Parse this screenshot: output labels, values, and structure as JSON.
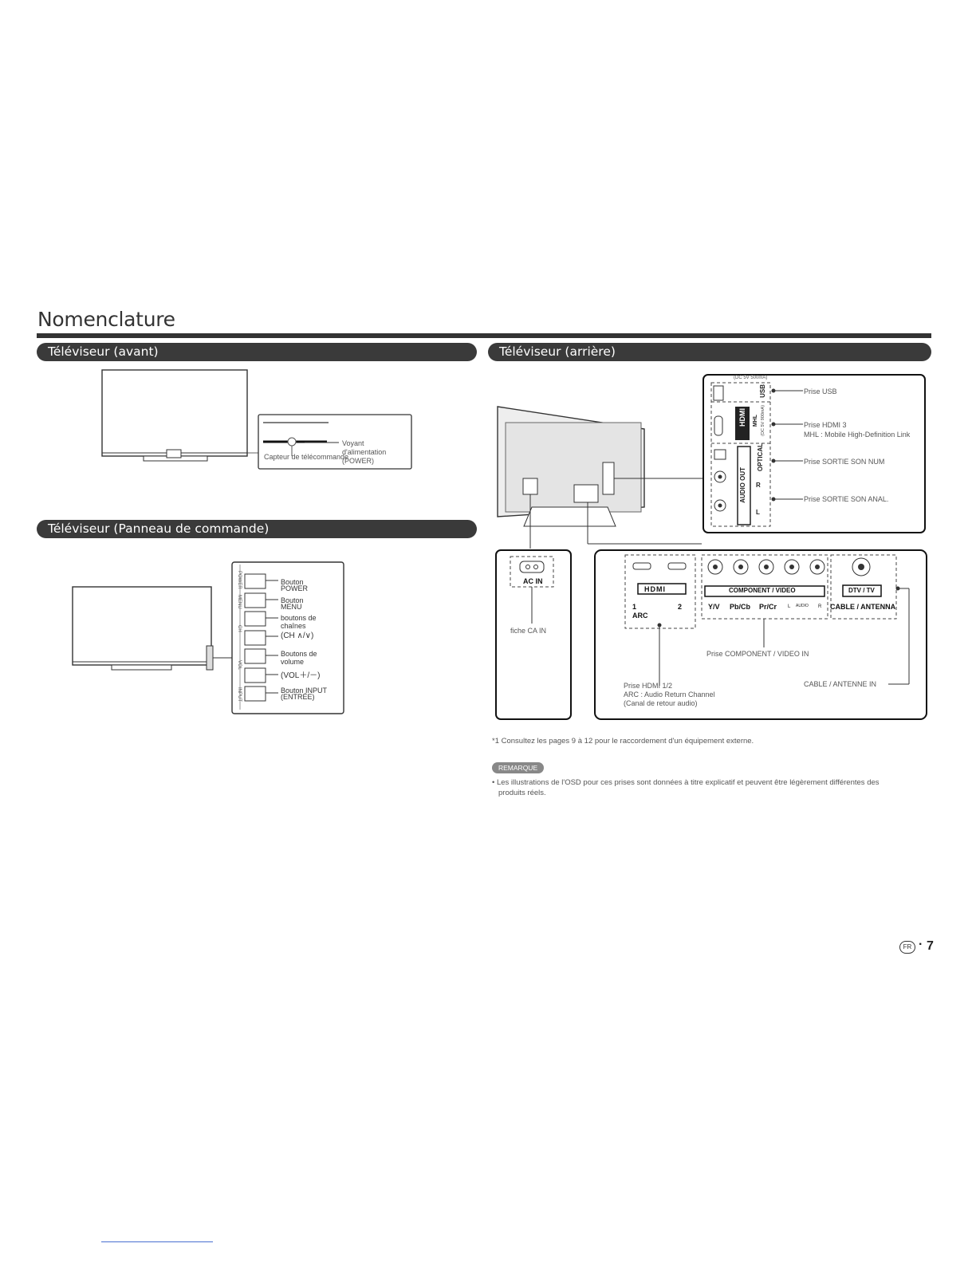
{
  "title": "Nomenclature",
  "sections": {
    "front": "Téléviseur (avant)",
    "rear": "Téléviseur (arrière)",
    "panel": "Téléviseur (Panneau de commande)"
  },
  "front": {
    "power_light": [
      "Voyant",
      "d'alimentation",
      "(POWER)"
    ],
    "remote_sensor": "Capteur de télécommande"
  },
  "panel": {
    "side_labels": [
      "POWER",
      "MENU",
      "CH",
      "VOL",
      "INPUT"
    ],
    "callouts": [
      {
        "lines": [
          "Bouton",
          "POWER"
        ]
      },
      {
        "lines": [
          "Bouton",
          "MENU"
        ]
      },
      {
        "lines": [
          "boutons de",
          "chaînes"
        ]
      },
      {
        "lines": [
          "(CH ∧/∨)"
        ]
      },
      {
        "lines": [
          "Boutons de",
          "volume"
        ]
      },
      {
        "lines": [
          "(VOL＋/－)"
        ]
      },
      {
        "lines": [
          "Bouton INPUT",
          "(ENTRÉE)"
        ]
      }
    ]
  },
  "rear": {
    "usb_rating": "(DC 5V 500mA)",
    "usb_label": "USB",
    "hdmi_logo": "HDMI",
    "mhl_label": "MHL",
    "mhl_rating": "(DC 5V 900mA)",
    "optical_label": "OPTICAL",
    "audio_out_label": "AUDIO OUT",
    "r_label": "R",
    "l_label": "L",
    "callouts": {
      "usb": "Prise USB",
      "hdmi3": "Prise HDMI 3",
      "mhl": "MHL : Mobile High-Definition Link",
      "digital_out": "Prise SORTIE SON NUM",
      "analog_out": "Prise SORTIE SON ANAL."
    },
    "ac_in_label": "AC IN",
    "ac_in_callout": "fiche CA IN",
    "hdmi_bottom_logo": "HDMI",
    "hdmi_num1": "1",
    "hdmi_num2": "2",
    "arc_label": "ARC",
    "component_label": "COMPONENT / VIDEO",
    "component_cols": [
      "Y/V",
      "Pb/Cb",
      "Pr/Cr",
      "L",
      "AUDIO",
      "R"
    ],
    "dtv_label": "DTV / TV",
    "cable_label": "CABLE / ANTENNA",
    "component_callout": "Prise COMPONENT / VIDEO IN",
    "hdmi12_callout": [
      "Prise HDMI 1/2",
      "ARC : Audio Return Channel",
      "(Canal de retour audio)"
    ],
    "cable_callout": "CABLE / ANTENNE IN"
  },
  "footnote": "*1 Consultez les pages  9 à  12 pour le raccordement d'un équipement externe.",
  "remark_badge": "REMARQUE",
  "remark_text": [
    "• Les illustrations de l'OSD pour ces prises sont données à titre explicatif et peuvent être légèrement différentes des",
    "produits réels."
  ],
  "page_number": "7",
  "page_lang": "FR"
}
